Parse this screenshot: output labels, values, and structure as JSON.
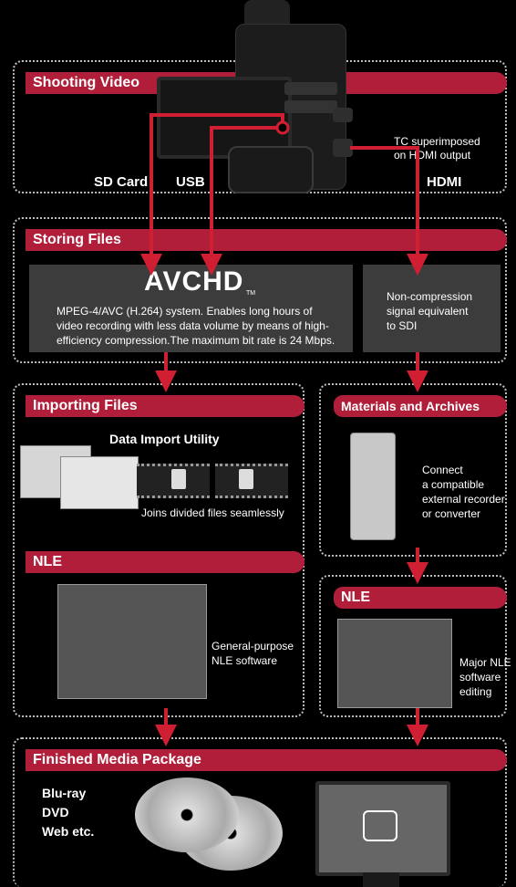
{
  "sections": {
    "shooting": {
      "title": "Shooting Video",
      "sd_card": "SD Card",
      "usb": "USB",
      "hdmi": "HDMI",
      "tc_note": "TC superimposed\non HDMI output"
    },
    "storing": {
      "title": "Storing Files",
      "avchd_logo": "AVCHD",
      "tm": "TM",
      "avchd_desc": "MPEG-4/AVC (H.264) system. Enables long hours of video recording with less data volume by means of high-efficiency compression.The maximum bit rate is 24 Mbps.",
      "sdi_desc": "Non-compression signal equivalent to SDI"
    },
    "importing": {
      "title": "Importing Files",
      "utility": "Data Import Utility",
      "joins": "Joins divided files seamlessly"
    },
    "archives": {
      "title": "Materials and Archives",
      "desc": "Connect\na compatible\nexternal recorder\nor converter"
    },
    "nle_left": {
      "title": "NLE",
      "desc": "General-purpose\nNLE software"
    },
    "nle_right": {
      "title": "NLE",
      "desc": "Major NLE\nsoftware\nediting"
    },
    "finished": {
      "title": "Finished Media Package",
      "media": [
        "Blu-ray",
        "DVD",
        "Web etc."
      ]
    }
  },
  "colors": {
    "accent": "#b01e3a",
    "arrow": "#d01e32",
    "background": "#000000"
  }
}
